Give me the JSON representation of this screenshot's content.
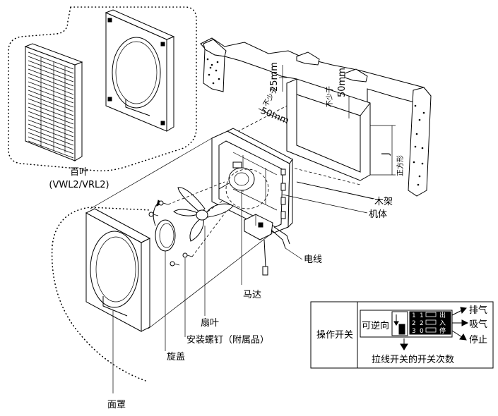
{
  "labels": {
    "louver": "百叶",
    "louver_model": "(VWL2/VRL2)",
    "wood_frame": "木架",
    "body": "机体",
    "wire": "电线",
    "motor": "马达",
    "blade": "扇叶",
    "screws": "安装螺钉（附属品）",
    "spin_cap": "旋盖",
    "face_cover": "面罩"
  },
  "dimensions": {
    "top_gap": "25mm",
    "side_gap": "50mm",
    "top_gap_note": "不少于",
    "front_gap": "50mm",
    "front_gap_note": "不少于",
    "square": "正方形",
    "square_letter": "J"
  },
  "switch_panel": {
    "title": "操作开关",
    "reversible": "可逆向",
    "rows": [
      {
        "num": "1",
        "mode": "出",
        "action": "排气"
      },
      {
        "num": "2",
        "mode": "入",
        "action": "吸气"
      },
      {
        "num": "3",
        "mode": "停",
        "action": "停止"
      }
    ],
    "rows_second_digit": [
      "1",
      "2",
      "0"
    ],
    "footnote": "拉线开关的开关次数"
  }
}
